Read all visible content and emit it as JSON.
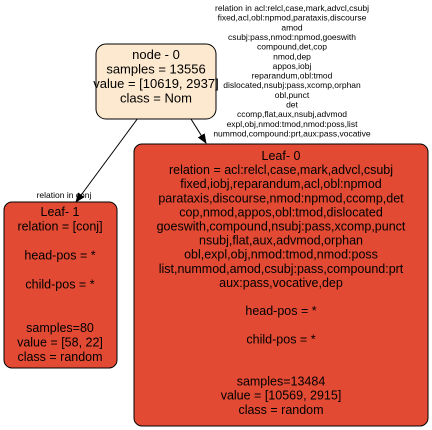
{
  "tree": {
    "colors": {
      "root_fill": "#fde9cf",
      "leaf_fill": "#e34a33",
      "stroke": "#000000",
      "text": "#000000"
    },
    "root": {
      "lines": [
        "node - 0",
        "samples = 13556",
        "value = [10619, 2937]",
        "class = Nom"
      ]
    },
    "edges": [
      {
        "label_lines": [
          "relation in conj"
        ]
      },
      {
        "label_lines": [
          "relation in acl:relcl,case,mark,advcl,csubj",
          "fixed,acl,obl:npmod,parataxis,discourse",
          "amod",
          "csubj:pass,nmod:npmod,goeswith",
          "compound,det,cop",
          "nmod,dep",
          "appos,iobj",
          "reparandum,obl:tmod",
          "dislocated,nsubj:pass,xcomp,orphan",
          "obl,punct",
          "det",
          "ccomp,flat,aux,nsubj,advmod",
          "expl,obj,nmod:tmod,nmod:poss,list",
          "nummod,compound:prt,aux:pass,vocative"
        ]
      }
    ],
    "leaves": [
      {
        "lines": [
          "Leaf- 1",
          "relation = [conj]",
          "",
          "head-pos = *",
          "",
          "child-pos = *",
          "",
          "",
          "samples=80",
          "value = [58, 22]",
          "class = random"
        ]
      },
      {
        "lines": [
          "Leaf- 0",
          "relation = acl:relcl,case,mark,advcl,csubj",
          "fixed,iobj,reparandum,acl,obl:npmod",
          "parataxis,discourse,nmod:npmod,ccomp,det",
          "cop,nmod,appos,obl:tmod,dislocated",
          "goeswith,compound,nsubj:pass,xcomp,punct",
          "nsubj,flat,aux,advmod,orphan",
          "obl,expl,obj,nmod:tmod,nmod:poss",
          "list,nummod,amod,csubj:pass,compound:prt",
          "aux:pass,vocative,dep",
          "",
          "head-pos = *",
          "",
          "child-pos = *",
          "",
          "",
          "samples=13484",
          "value = [10569, 2915]",
          "class = random"
        ]
      }
    ]
  }
}
